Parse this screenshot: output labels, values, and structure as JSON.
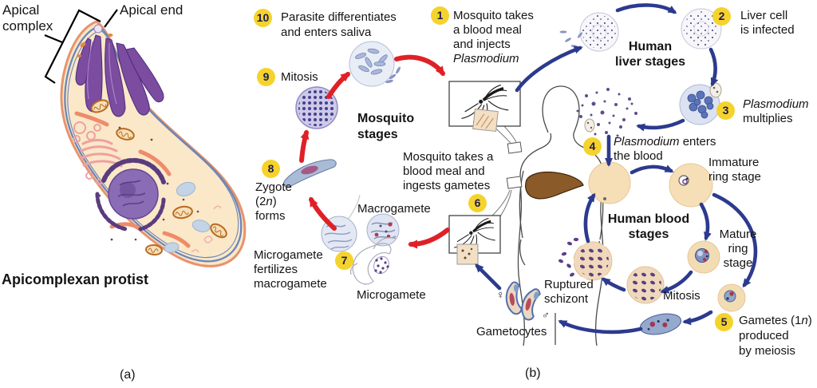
{
  "colors": {
    "badge_yellow": "#F5D32C",
    "red_arrow": "#DF2127",
    "blue_arrow": "#2C3A8E",
    "cell_cream": "#FAE8C8",
    "rbc_tan": "#F6DEB6",
    "liver_brown": "#8A5A28"
  },
  "a": {
    "apical_complex_l1": "Apical",
    "apical_complex_l2": "complex",
    "apical_end": "Apical end",
    "caption": "Apicomplexan protist",
    "fig": "(a)"
  },
  "b": {
    "fig": "(b)",
    "titles": {
      "mosquito_l1": "Mosquito",
      "mosquito_l2": "stages",
      "liver_l1": "Human",
      "liver_l2": "liver stages",
      "blood_l1": "Human blood",
      "blood_l2": "stages"
    },
    "s1": {
      "num": "1",
      "l1": "Mosquito takes",
      "l2": "a blood meal",
      "l3": "and injects",
      "l4": "Plasmodium"
    },
    "s2": {
      "num": "2",
      "l1": "Liver cell",
      "l2": "is infected"
    },
    "s3": {
      "num": "3",
      "it": "Plasmodium",
      "l2": "multiplies"
    },
    "s4": {
      "num": "4",
      "it": "Plasmodium",
      "rest": " enters",
      "l2": "the blood"
    },
    "s5": {
      "num": "5",
      "pre": "Gametes (1",
      "it": "n",
      "post": ")",
      "l2": "produced",
      "l3": "by meiosis"
    },
    "s6": {
      "num": "6",
      "l1": "Mosquito takes a",
      "l2": "blood meal and",
      "l3": "ingests gametes"
    },
    "s7": {
      "num": "7",
      "l1": "Microgamete",
      "l2": "fertilizes",
      "l3": "macrogamete"
    },
    "s8": {
      "num": "8",
      "l1": "Zygote",
      "pre": "(2",
      "it": "n",
      "post": ")",
      "l3": "forms"
    },
    "s9": {
      "num": "9",
      "label": "Mitosis"
    },
    "s10": {
      "num": "10",
      "l1": "Parasite differentiates",
      "l2": "and enters saliva"
    },
    "labels": {
      "immature_l1": "Immature",
      "immature_l2": "ring stage",
      "mature_l1": "Mature",
      "mature_l2": "ring",
      "mature_l3": "stage",
      "mitosis": "Mitosis",
      "ruptured_l1": "Ruptured",
      "ruptured_l2": "schizont",
      "gametocytes": "Gametocytes",
      "macrogamete": "Macrogamete",
      "microgamete": "Microgamete",
      "female_symbol": "♀",
      "male_symbol": "♂"
    }
  }
}
